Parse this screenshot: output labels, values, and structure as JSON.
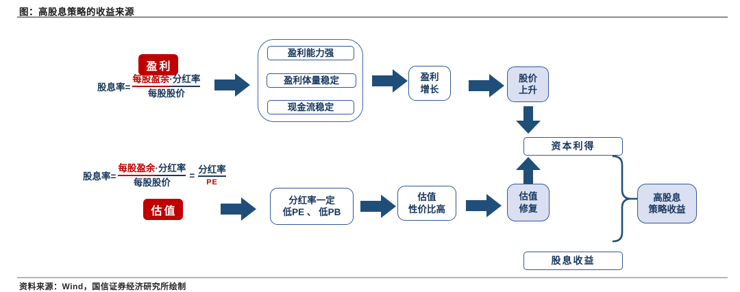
{
  "header": {
    "title": "图：高股息策略的收益来源"
  },
  "footer": {
    "source": "资料来源：Wind，国信证券经济研究所绘制"
  },
  "colors": {
    "badge_red": "#C00000",
    "text_navy": "#17365D",
    "arrow_blue": "#1F4E79",
    "border_blue": "#2F5597",
    "light_blue_fill": "#DAE0F1"
  },
  "icons": {
    "flow_arrow": "solid block arrow",
    "brace": "right curly bracket"
  },
  "profit_path": {
    "badge": "盈利",
    "formula": {
      "lhs": "股息率=",
      "num_red": "每股盈余",
      "num_rest": "·分红率",
      "den": "每股股价"
    },
    "drivers": [
      "盈利能力强",
      "盈利体量稳定",
      "现金流稳定"
    ],
    "growth_line1": "盈利",
    "growth_line2": "增长",
    "price_line1": "股价",
    "price_line2": "上升",
    "capital_gain": "资本利得"
  },
  "valuation_path": {
    "badge": "估值",
    "formula": {
      "lhs": "股息率=",
      "num_red": "每股盈余",
      "num_rest": "·分红率",
      "den": "每股股价",
      "eq": "=",
      "num2": "分红率",
      "den2": "PE"
    },
    "condition_line1": "分红率一定",
    "condition_line2": "低PE 、 低PB",
    "value_line1": "估值",
    "value_line2": "性价比高",
    "repair_line1": "估值",
    "repair_line2": "修复",
    "dividend_income": "股息收益"
  },
  "result": {
    "line1": "高股息",
    "line2": "策略收益"
  }
}
